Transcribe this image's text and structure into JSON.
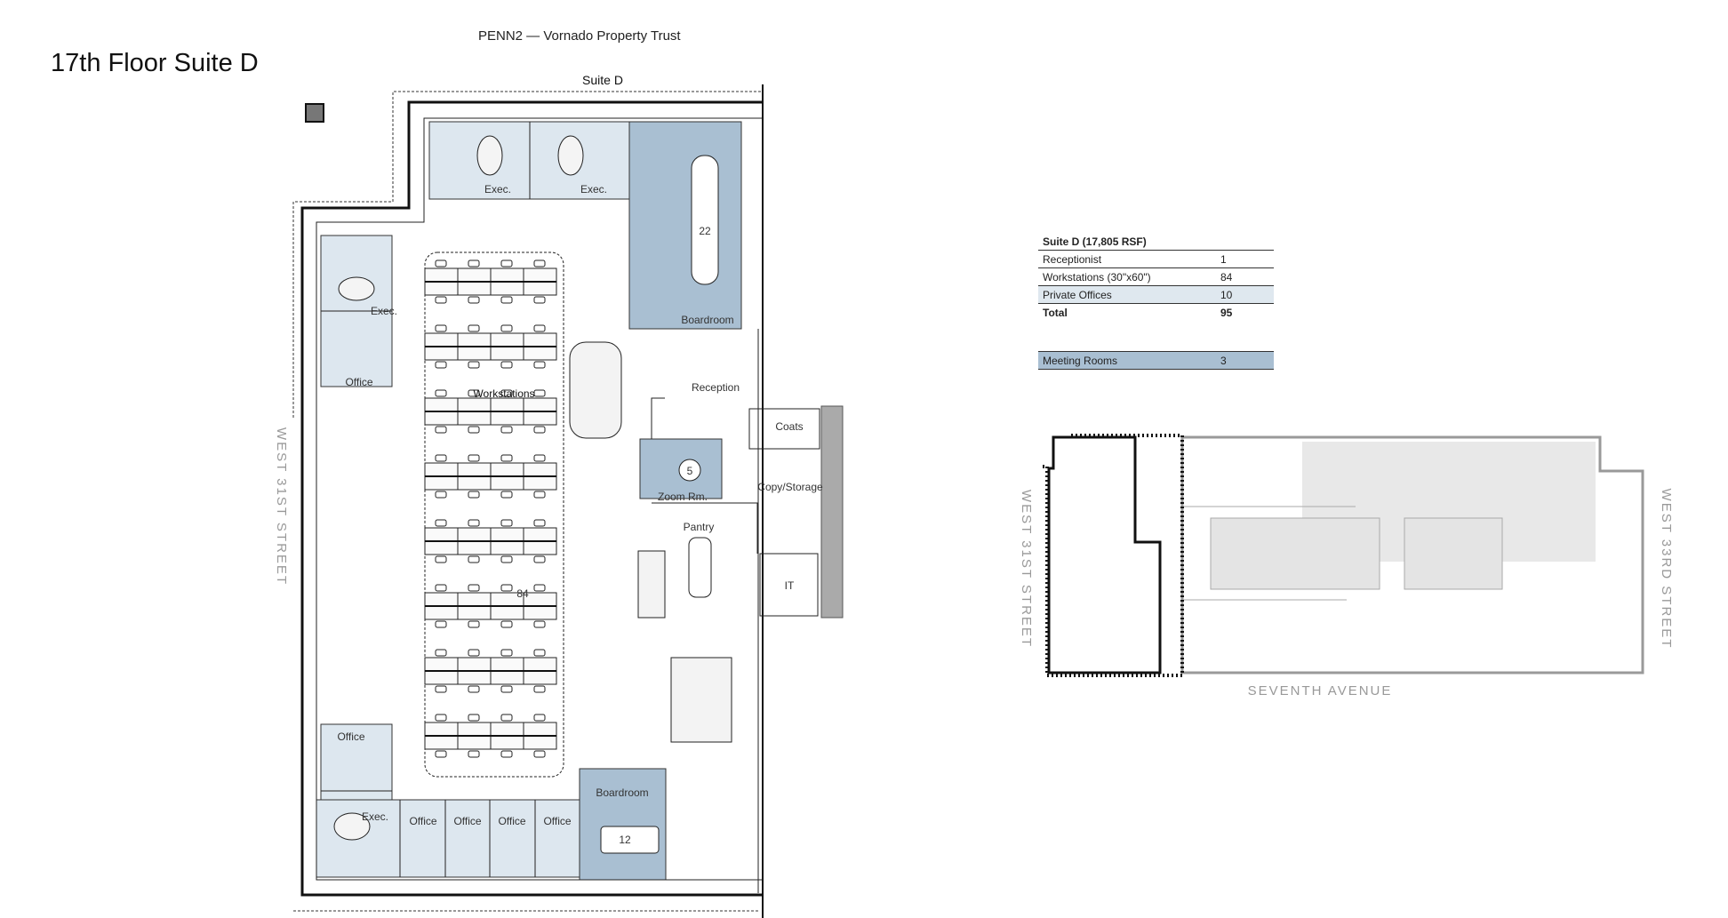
{
  "header": {
    "title": "17th Floor Suite D",
    "subtitle": "PENN2  — Vornado Property Trust"
  },
  "plan": {
    "suite_label": "Suite D",
    "street_left": "WEST 31ST STREET",
    "rooms": {
      "exec_top_left": "Exec.",
      "exec_top_right": "Exec.",
      "boardroom_top": "Boardroom",
      "boardroom_top_seats": "22",
      "exec_left": "Exec.",
      "office_left": "Office",
      "workstations": "Workstations",
      "workstation_count": "84",
      "reception": "Reception",
      "coats": "Coats",
      "zoom_room": "Zoom Rm.",
      "zoom_room_seats": "5",
      "copy_storage": "Copy/Storage",
      "pantry": "Pantry",
      "it": "IT",
      "office_left_bottom": "Office",
      "exec_bottom": "Exec.",
      "office_bottom_1": "Office",
      "office_bottom_2": "Office",
      "office_bottom_3": "Office",
      "office_bottom_4": "Office",
      "boardroom_bottom": "Boardroom",
      "boardroom_bottom_seats": "12"
    },
    "colors": {
      "office_fill": "#dde7ef",
      "boardroom_fill": "#a9bfd2"
    }
  },
  "summary": {
    "heading": "Suite D (17,805 RSF)",
    "rows": [
      {
        "label": "Receptionist",
        "value": "1"
      },
      {
        "label": "Workstations (30\"x60\")",
        "value": "84"
      },
      {
        "label": "Private Offices",
        "value": "10"
      }
    ],
    "total_label": "Total",
    "total_value": "95",
    "meeting_label": "Meeting Rooms",
    "meeting_value": "3"
  },
  "keyplan": {
    "street_left": "WEST 31ST STREET",
    "street_right": "WEST 33RD STREET",
    "street_bottom": "SEVENTH AVENUE"
  }
}
